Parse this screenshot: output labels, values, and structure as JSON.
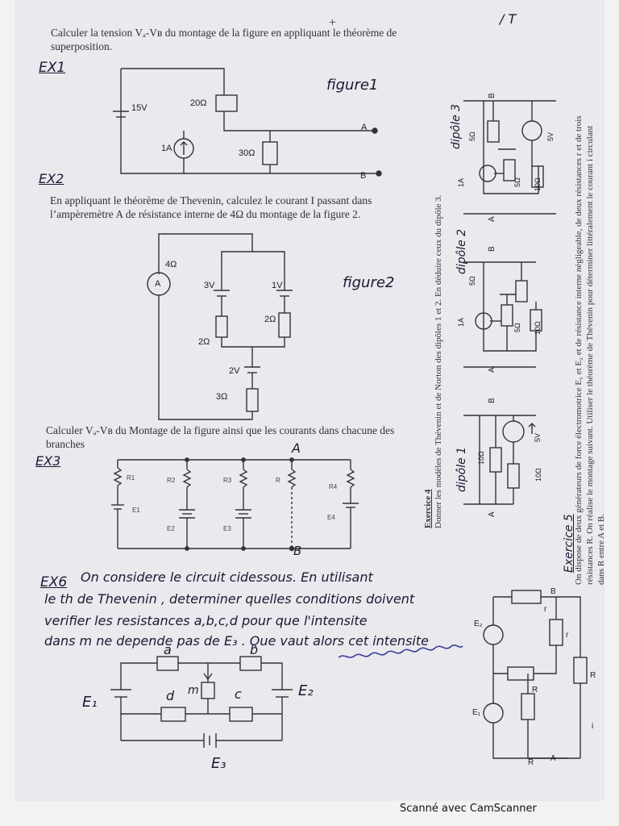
{
  "ex1": {
    "instruction_line1": "Calculer la tension Vₐ-Vʙ du montage de la figure   en appliquant le théorème de",
    "instruction_line2": "superposition.",
    "label": "EX1",
    "figure_label": "figure1",
    "labels": {
      "v15": "15V",
      "r20": "20Ω",
      "i1": "1A",
      "r30": "30Ω",
      "a": "A",
      "b": "B"
    }
  },
  "ex2": {
    "label": "EX2",
    "instruction": "En appliquant le théorème de Thevenin, calculez le courant I passant dans l’ampèremètre A de résistance interne de 4Ω du montage de la figure 2.",
    "figure_label": "figure2",
    "labels": {
      "r4": "4Ω",
      "ammeter": "A",
      "v3": "3V",
      "v1": "1V",
      "r2a": "2Ω",
      "r2b": "2Ω",
      "v2": "2V",
      "r3": "3Ω"
    }
  },
  "ex3": {
    "label": "EX3",
    "instruction": "Calculer Vₐ-Vʙ du Montage de la figure   ainsi que les courants dans chacune des branches",
    "labels": {
      "a": "A",
      "b": "B",
      "r1": "R1",
      "r2": "R2",
      "r3": "R3",
      "r": "R",
      "r4": "R4",
      "e1": "E1",
      "e2": "E2",
      "e3": "E3",
      "e4": "E4"
    }
  },
  "ex4": {
    "title": "Exercice 4",
    "instruction": "Donner les modèles de Thévenin et de Norton des dipôles 1 et 2. En déduire ceux du dipôle 3.",
    "dipole1": {
      "label": "dipôle 1",
      "r10a": "10Ω",
      "r10b": "10Ω",
      "v5": "5V",
      "a": "A",
      "b": "B"
    },
    "dipole2": {
      "label": "dipôle 2",
      "r5": "5Ω",
      "i1": "1A",
      "r5b": "5Ω",
      "r10": "10Ω",
      "a": "A",
      "b": "B"
    },
    "dipole3": {
      "label": "dipôle 3",
      "r5": "5Ω",
      "i1": "1A",
      "r5b": "5Ω",
      "r10": "10Ω",
      "v5": "5V",
      "a": "A",
      "b": "B"
    }
  },
  "ex5": {
    "label": "Exercice 5",
    "line1": "On dispose de deux générateurs de force électromotrice E₁ et E₂ et de résistance interne négligeable, de deux résistances r et de trois",
    "line2": "résistances R. On réalise le montage suivant. Utiliser le théorème de Thévenin pour déterminer littéralement le courant i circulant",
    "line3": "dans R entre A et B.",
    "labels": {
      "e1": "E₁",
      "e2": "E₂",
      "r_top": "r",
      "r_right": "r",
      "r_mid": "R",
      "r_left": "R",
      "r_load": "R",
      "a": "A",
      "b": "B",
      "i": "i"
    }
  },
  "ex6": {
    "label": "EX6",
    "line1": "On considere le circuit cidessous. En utilisant",
    "line2": "le th de Thevenin , determiner quelles conditions doivent",
    "line3": "verifier les resistances a,b,c,d pour que l'intensite",
    "line4": "dans m ne depende pas de E₃ . Que vaut alors cet intensite",
    "labels": {
      "a": "a",
      "b": "b",
      "d": "d",
      "m": "m",
      "c": "c",
      "e1": "E₁",
      "e2": "E₂",
      "e3": "E₃"
    }
  },
  "margin_marks": {
    "top_plus": "+",
    "top_right": "/ T"
  },
  "footer": "Scanné avec CamScanner"
}
